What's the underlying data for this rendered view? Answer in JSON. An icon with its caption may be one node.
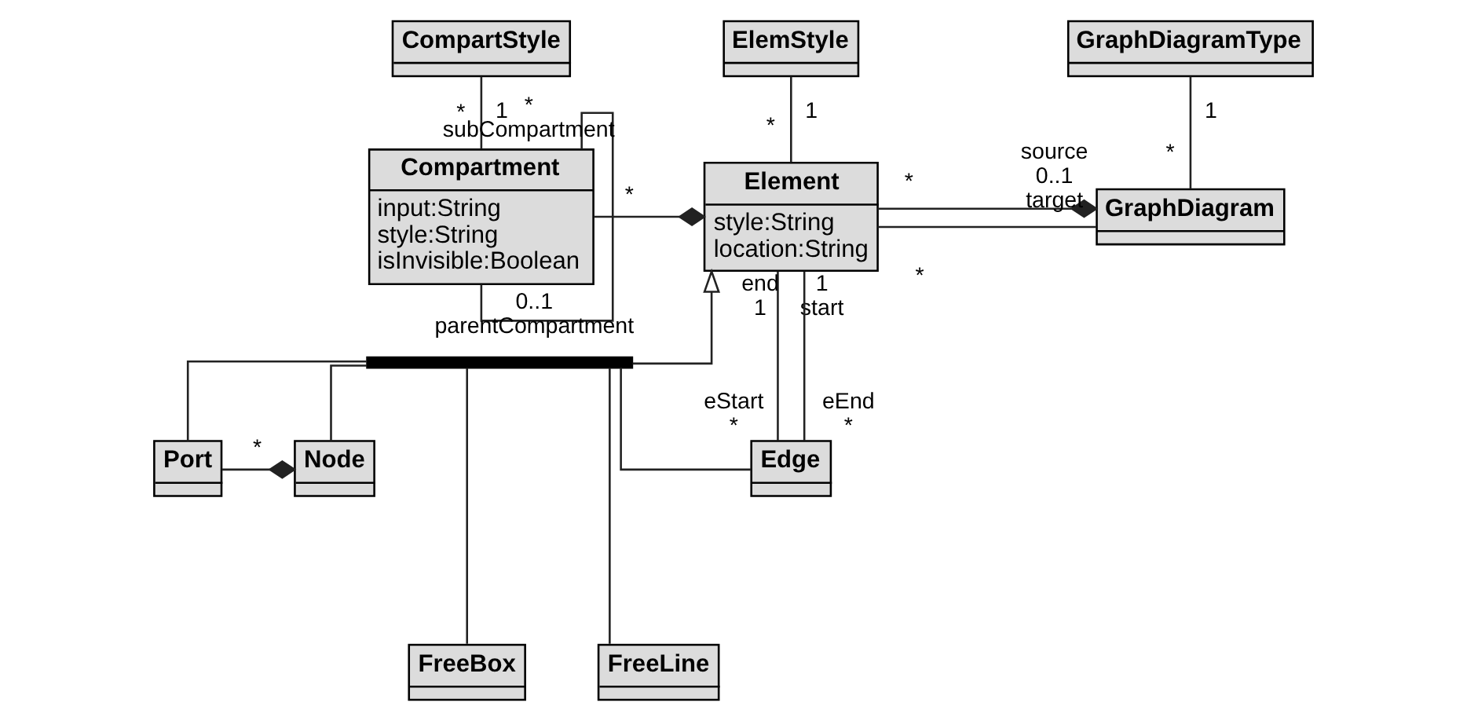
{
  "diagram": {
    "nodes": [
      {
        "text": [
          "CompartStyle"
        ]
      },
      {
        "text": [
          "ElemStyle"
        ]
      },
      {
        "text": [
          "GraphDiagramType"
        ]
      },
      {
        "text": [
          "Compartment",
          "input:String",
          "style:String",
          "isInvisible:Boolean"
        ]
      },
      {
        "text": [
          "Element",
          "style:String",
          "location:String"
        ]
      },
      {
        "text": [
          "GraphDiagram"
        ]
      },
      {
        "text": [],
        "shape": "bar"
      },
      {
        "text": [
          "Port"
        ]
      },
      {
        "text": [
          "Node"
        ]
      },
      {
        "text": [
          "Edge"
        ]
      },
      {
        "text": [
          "FreeBox"
        ]
      },
      {
        "text": [
          "FreeLine"
        ]
      }
    ],
    "edges": [
      {
        "from": 0,
        "to": 3,
        "arrow": "none"
      },
      {
        "from": 1,
        "to": 4,
        "arrow": "none"
      },
      {
        "from": 2,
        "to": 5,
        "arrow": "none"
      },
      {
        "from": 3,
        "to": 3,
        "arrow": "none"
      },
      {
        "from": 3,
        "to": 4,
        "arrow": "other"
      },
      {
        "from": 4,
        "to": 5,
        "arrow": "other"
      },
      {
        "from": 4,
        "to": 5,
        "arrow": "none"
      },
      {
        "from": 6,
        "to": 4,
        "arrow": "to"
      },
      {
        "from": 6,
        "to": 7,
        "arrow": "none"
      },
      {
        "from": 6,
        "to": 8,
        "arrow": "none"
      },
      {
        "from": 6,
        "to": 9,
        "arrow": "none"
      },
      {
        "from": 6,
        "to": 10,
        "arrow": "none"
      },
      {
        "from": 6,
        "to": 11,
        "arrow": "none"
      },
      {
        "from": 7,
        "to": 8,
        "arrow": "other"
      },
      {
        "from": 4,
        "to": 9,
        "arrow": "none"
      },
      {
        "from": 4,
        "to": 9,
        "arrow": "none"
      }
    ],
    "labels": [
      "1",
      "*",
      "1",
      "*",
      "1",
      "*",
      "*",
      "subCompartment",
      "*",
      "*",
      "source",
      "0..1",
      "*",
      "target",
      "0..1",
      "parentCompartment",
      "1",
      "start",
      "end",
      "1",
      "*",
      "eStart",
      "*",
      "eEnd",
      "*"
    ]
  }
}
